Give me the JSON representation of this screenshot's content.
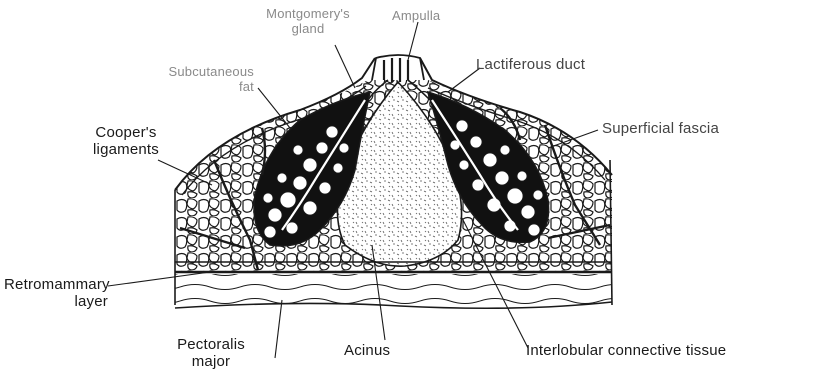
{
  "labels": {
    "montgomery_gland": [
      "Montgomery's",
      "gland"
    ],
    "ampulla": "Ampulla",
    "subcutaneous_fat": [
      "Subcutaneous",
      "fat"
    ],
    "lactiferous_duct": "Lactiferous duct",
    "coopers_ligaments": [
      "Cooper's",
      "ligaments"
    ],
    "superficial_fascia": "Superficial fascia",
    "retromammary_layer": [
      "Retromammary",
      "layer"
    ],
    "pectoralis_major": [
      "Pectoralis",
      "major"
    ],
    "acinus": "Acinus",
    "interlobular_tissue": "Interlobular connective tissue"
  },
  "colors": {
    "ink": "#1a1a1a",
    "paper": "#ffffff",
    "lobule_fill": "#111111",
    "faint_text": "#8a8a8a"
  }
}
